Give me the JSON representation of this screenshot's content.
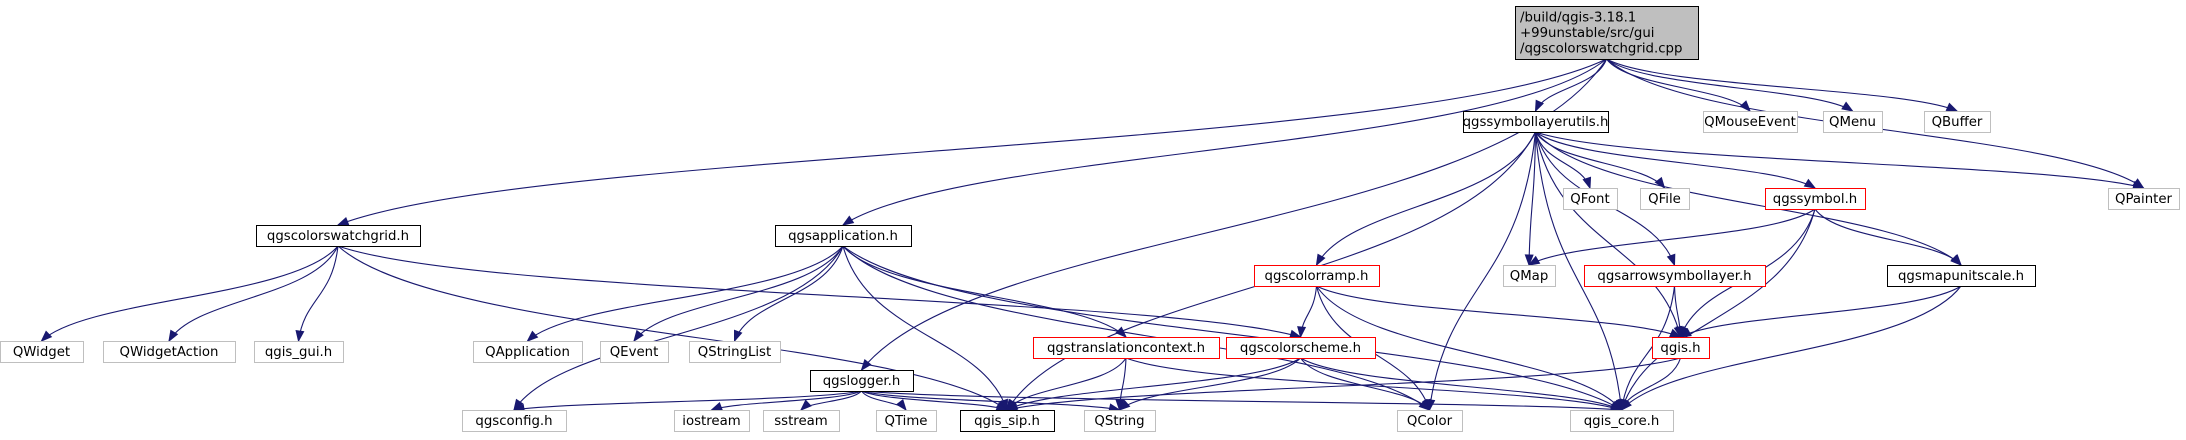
{
  "colors": {
    "edge": "#191970",
    "root_fill": "#bfbfbf",
    "normal_border": "#000000",
    "red_border": "#ff0000",
    "external_border": "#bfbfbf",
    "external_text": "#404040"
  },
  "nodes": [
    {
      "id": "root",
      "lines": [
        "/build/qgis-3.18.1",
        "+99unstable/src/gui",
        "/qgscolorswatchgrid.cpp"
      ],
      "style": "root"
    },
    {
      "id": "symbollayerutils",
      "lines": [
        "qgssymbollayerutils.h"
      ],
      "style": "normal"
    },
    {
      "id": "qmouseevent",
      "lines": [
        "QMouseEvent"
      ],
      "style": "external"
    },
    {
      "id": "qmenu",
      "lines": [
        "QMenu"
      ],
      "style": "external"
    },
    {
      "id": "qbuffer",
      "lines": [
        "QBuffer"
      ],
      "style": "external"
    },
    {
      "id": "qpainter",
      "lines": [
        "QPainter"
      ],
      "style": "external"
    },
    {
      "id": "colorswatchgrid",
      "lines": [
        "qgscolorswatchgrid.h"
      ],
      "style": "normal"
    },
    {
      "id": "application",
      "lines": [
        "qgsapplication.h"
      ],
      "style": "normal"
    },
    {
      "id": "qfont",
      "lines": [
        "QFont"
      ],
      "style": "external"
    },
    {
      "id": "qfile",
      "lines": [
        "QFile"
      ],
      "style": "external"
    },
    {
      "id": "symbol",
      "lines": [
        "qgssymbol.h"
      ],
      "style": "red"
    },
    {
      "id": "qmap",
      "lines": [
        "QMap"
      ],
      "style": "external"
    },
    {
      "id": "colorramp",
      "lines": [
        "qgscolorramp.h"
      ],
      "style": "red"
    },
    {
      "id": "arrowsymbollayer",
      "lines": [
        "qgsarrowsymbollayer.h"
      ],
      "style": "red"
    },
    {
      "id": "mapunitscale",
      "lines": [
        "qgsmapunitscale.h"
      ],
      "style": "normal"
    },
    {
      "id": "qwidget",
      "lines": [
        "QWidget"
      ],
      "style": "external"
    },
    {
      "id": "qwidgetaction",
      "lines": [
        "QWidgetAction"
      ],
      "style": "external"
    },
    {
      "id": "qgis_gui",
      "lines": [
        "qgis_gui.h"
      ],
      "style": "external"
    },
    {
      "id": "qapplication",
      "lines": [
        "QApplication"
      ],
      "style": "external"
    },
    {
      "id": "qevent",
      "lines": [
        "QEvent"
      ],
      "style": "external"
    },
    {
      "id": "qstringlist",
      "lines": [
        "QStringList"
      ],
      "style": "external"
    },
    {
      "id": "translationcontext",
      "lines": [
        "qgstranslationcontext.h"
      ],
      "style": "red"
    },
    {
      "id": "colorscheme",
      "lines": [
        "qgscolorscheme.h"
      ],
      "style": "red"
    },
    {
      "id": "qgis",
      "lines": [
        "qgis.h"
      ],
      "style": "red"
    },
    {
      "id": "logger",
      "lines": [
        "qgslogger.h"
      ],
      "style": "normal"
    },
    {
      "id": "qgsconfig",
      "lines": [
        "qgsconfig.h"
      ],
      "style": "external"
    },
    {
      "id": "iostream",
      "lines": [
        "iostream"
      ],
      "style": "external"
    },
    {
      "id": "sstream",
      "lines": [
        "sstream"
      ],
      "style": "external"
    },
    {
      "id": "qtime",
      "lines": [
        "QTime"
      ],
      "style": "external"
    },
    {
      "id": "qgis_sip",
      "lines": [
        "qgis_sip.h"
      ],
      "style": "normal"
    },
    {
      "id": "qstring",
      "lines": [
        "QString"
      ],
      "style": "external"
    },
    {
      "id": "qcolor",
      "lines": [
        "QColor"
      ],
      "style": "external"
    },
    {
      "id": "qgis_core",
      "lines": [
        "qgis_core.h"
      ],
      "style": "external"
    }
  ],
  "edges": [
    [
      "root",
      "symbollayerutils"
    ],
    [
      "root",
      "qmouseevent"
    ],
    [
      "root",
      "qmenu"
    ],
    [
      "root",
      "qbuffer"
    ],
    [
      "root",
      "qpainter"
    ],
    [
      "root",
      "colorswatchgrid"
    ],
    [
      "root",
      "application"
    ],
    [
      "root",
      "logger"
    ],
    [
      "symbollayerutils",
      "qfont"
    ],
    [
      "symbollayerutils",
      "qfile"
    ],
    [
      "symbollayerutils",
      "symbol"
    ],
    [
      "symbollayerutils",
      "qmap"
    ],
    [
      "symbollayerutils",
      "colorramp"
    ],
    [
      "symbollayerutils",
      "arrowsymbollayer"
    ],
    [
      "symbollayerutils",
      "mapunitscale"
    ],
    [
      "symbollayerutils",
      "qpainter"
    ],
    [
      "symbollayerutils",
      "qgis"
    ],
    [
      "symbollayerutils",
      "qcolor"
    ],
    [
      "symbollayerutils",
      "qgis_core"
    ],
    [
      "symbollayerutils",
      "qgis_sip"
    ],
    [
      "symbol",
      "qmap"
    ],
    [
      "symbol",
      "mapunitscale"
    ],
    [
      "symbol",
      "qgis"
    ],
    [
      "symbol",
      "qgis_core"
    ],
    [
      "colorramp",
      "colorscheme"
    ],
    [
      "colorramp",
      "qgis"
    ],
    [
      "colorramp",
      "qcolor"
    ],
    [
      "colorramp",
      "qgis_core"
    ],
    [
      "arrowsymbollayer",
      "qgis"
    ],
    [
      "arrowsymbollayer",
      "qgis_core"
    ],
    [
      "mapunitscale",
      "qgis"
    ],
    [
      "mapunitscale",
      "qgis_core"
    ],
    [
      "colorswatchgrid",
      "qwidget"
    ],
    [
      "colorswatchgrid",
      "qwidgetaction"
    ],
    [
      "colorswatchgrid",
      "qgis_gui"
    ],
    [
      "colorswatchgrid",
      "colorscheme"
    ],
    [
      "colorswatchgrid",
      "qgis_sip"
    ],
    [
      "application",
      "qapplication"
    ],
    [
      "application",
      "qevent"
    ],
    [
      "application",
      "qstringlist"
    ],
    [
      "application",
      "translationcontext"
    ],
    [
      "application",
      "qgsconfig"
    ],
    [
      "application",
      "qgis_sip"
    ],
    [
      "application",
      "qcolor"
    ],
    [
      "application",
      "qgis_core"
    ],
    [
      "translationcontext",
      "qstring"
    ],
    [
      "translationcontext",
      "qgis_sip"
    ],
    [
      "translationcontext",
      "qgis_core"
    ],
    [
      "colorscheme",
      "qstring"
    ],
    [
      "colorscheme",
      "qcolor"
    ],
    [
      "colorscheme",
      "qgis_sip"
    ],
    [
      "colorscheme",
      "qgis_core"
    ],
    [
      "qgis",
      "qgis_sip"
    ],
    [
      "qgis",
      "qgis_core"
    ],
    [
      "logger",
      "qgsconfig"
    ],
    [
      "logger",
      "iostream"
    ],
    [
      "logger",
      "sstream"
    ],
    [
      "logger",
      "qtime"
    ],
    [
      "logger",
      "qgis_sip"
    ],
    [
      "logger",
      "qstring"
    ],
    [
      "logger",
      "qgis_core"
    ]
  ]
}
